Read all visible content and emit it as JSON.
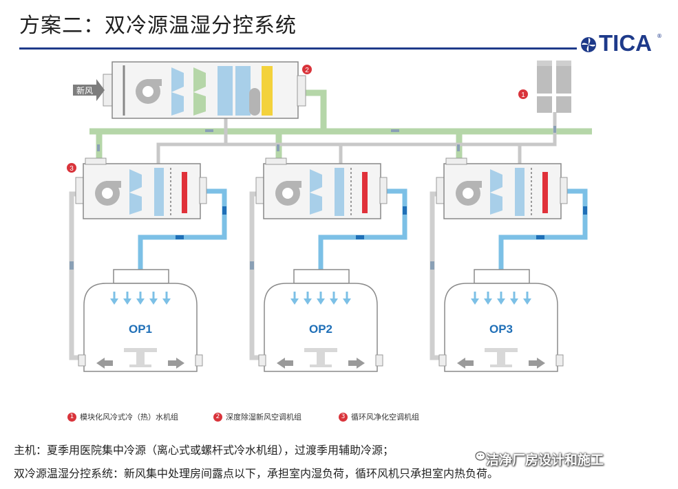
{
  "title": "方案二：双冷源温湿分控系统",
  "logo": {
    "brand": "TICA",
    "reg": "®"
  },
  "diagram": {
    "fresh_air_label": "新风",
    "markers": [
      "1",
      "2",
      "3"
    ],
    "rooms": [
      {
        "label": "OP1"
      },
      {
        "label": "OP2"
      },
      {
        "label": "OP3"
      }
    ]
  },
  "legend": [
    {
      "num": "1",
      "text": "模块化风冷式冷（热）水机组"
    },
    {
      "num": "2",
      "text": "深度除湿新风空调机组"
    },
    {
      "num": "3",
      "text": "循环风净化空调机组"
    }
  ],
  "notes": [
    "主机：夏季用医院集中冷源（离心式或螺杆式冷水机组），过渡季用辅助冷源；",
    "双冷源温湿分控系统：新风集中处理房间露点以下，承担室内湿负荷，循环风机只承担室内热负荷。"
  ],
  "watermark": "洁净厂房设计和施工",
  "colors": {
    "green_duct": "#b5d6a8",
    "blue_duct": "#7cc0e6",
    "grey_pipe": "#c8c8c8",
    "brand": "#1e3a8a",
    "marker": "#d9343b",
    "coil": "#a8cfe9",
    "heater": "#e0313a",
    "yellow": "#f3d23c"
  }
}
